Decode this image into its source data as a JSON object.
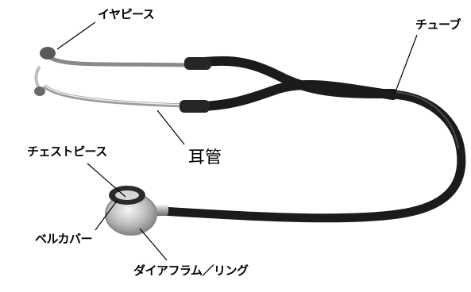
{
  "labels": {
    "earpiece": "イヤピース",
    "tube": "チューブ",
    "ear_tube": "耳管",
    "chestpiece": "チェストピース",
    "bell_cover": "ベルカバー",
    "diaphragm_ring": "ダイアフラム／リング"
  },
  "colors": {
    "tube": "#1b1b1b",
    "tube_highlight": "#4a4a4a",
    "metal": "#b9b9b9",
    "metal_light": "#ececec",
    "earpiece": "#5a5a5a",
    "leader_line": "#000000"
  }
}
